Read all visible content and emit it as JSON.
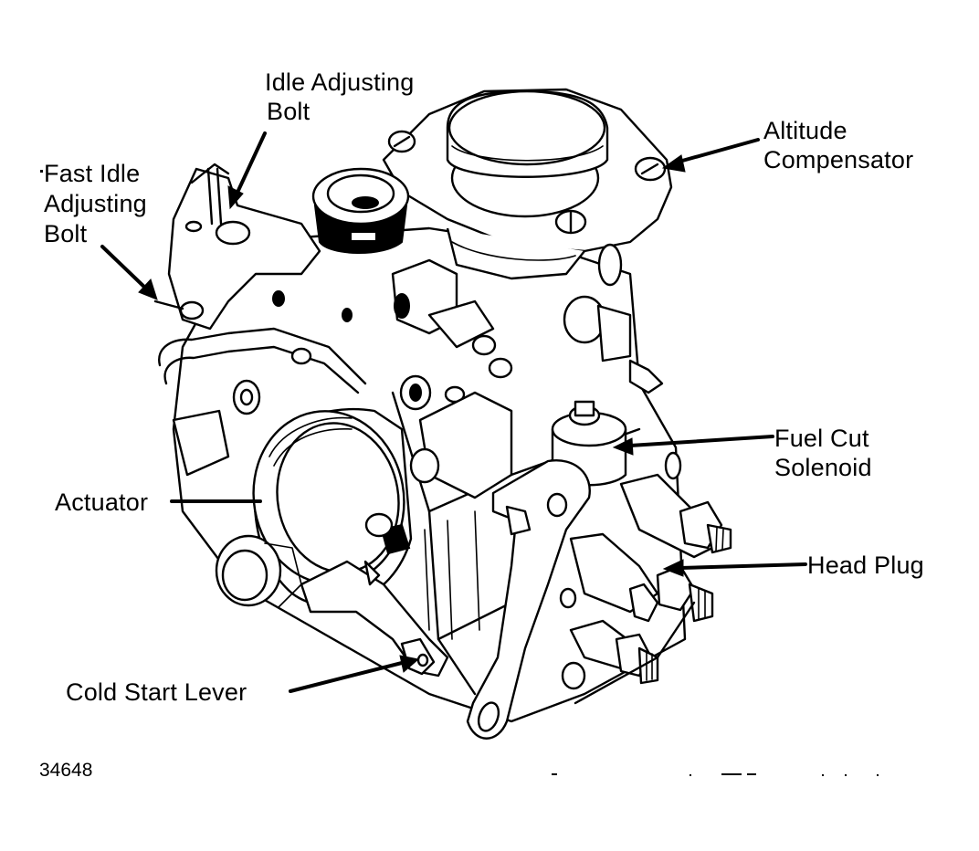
{
  "figure": {
    "subject": "Diesel injection pump component locations",
    "figure_number": "34648"
  },
  "labels": {
    "idle_adjusting_bolt": [
      "Idle Adjusting",
      "Bolt"
    ],
    "fast_idle_adjusting_bolt": [
      "Fast Idle",
      "Adjusting",
      "Bolt"
    ],
    "altitude_compensator": [
      "Altitude",
      "Compensator"
    ],
    "fuel_cut_solenoid": [
      "Fuel Cut",
      "Solenoid"
    ],
    "actuator": [
      "Actuator"
    ],
    "head_plug": [
      "Head Plug"
    ],
    "cold_start_lever": [
      "Cold Start Lever"
    ]
  }
}
